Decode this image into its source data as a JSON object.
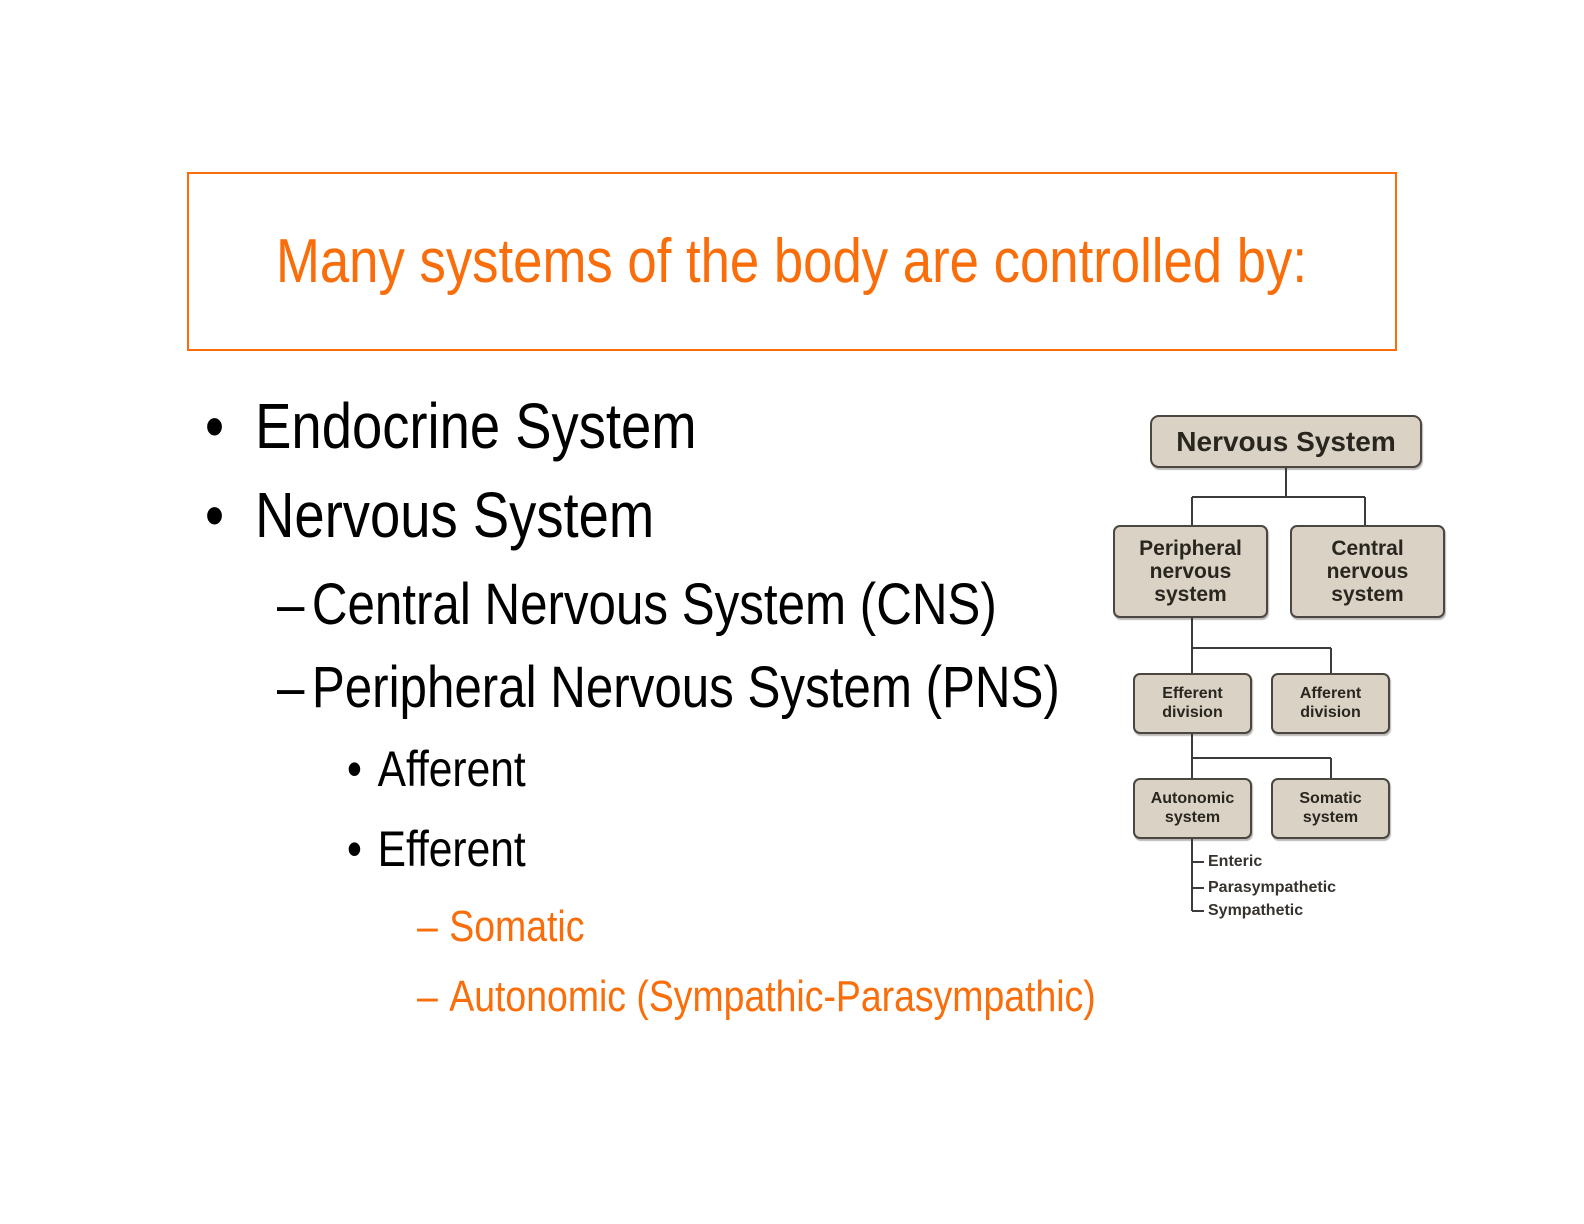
{
  "slide": {
    "title": "Many systems of the body are controlled by:",
    "accent_color": "#F96E0A",
    "background_color": "#FFFFFF",
    "text_color": "#000000"
  },
  "bullets": {
    "items": [
      {
        "level": 1,
        "marker": "•",
        "text": "Endocrine System",
        "color": "black"
      },
      {
        "level": 1,
        "marker": "•",
        "text": "Nervous System",
        "color": "black"
      },
      {
        "level": 2,
        "marker": "–",
        "text": "Central Nervous System (CNS)",
        "color": "black"
      },
      {
        "level": 2,
        "marker": "–",
        "text": "Peripheral Nervous System (PNS)",
        "color": "black"
      },
      {
        "level": 3,
        "marker": "•",
        "text": "Afferent",
        "color": "black"
      },
      {
        "level": 3,
        "marker": "•",
        "text": "Efferent",
        "color": "black"
      },
      {
        "level": 4,
        "marker": "–",
        "text": "Somatic",
        "color": "orange"
      },
      {
        "level": 4,
        "marker": "–",
        "text": "Autonomic (Sympathic-Parasympathic)",
        "color": "orange"
      }
    ]
  },
  "diagram": {
    "type": "tree",
    "box_fill": "#DAD3C5",
    "box_border": "#4B463F",
    "line_color": "#3B3B3B",
    "boxes": {
      "root": "Nervous System",
      "peripheral": "Peripheral nervous system",
      "central": "Central nervous system",
      "efferent": "Efferent division",
      "afferent": "Afferent division",
      "autonomic": "Autonomic system",
      "somatic": "Somatic system"
    },
    "leaves": [
      "Enteric",
      "Parasympathetic",
      "Sympathetic"
    ],
    "hierarchy": {
      "Nervous System": {
        "Peripheral nervous system": {
          "Efferent division": {
            "Autonomic system": [
              "Enteric",
              "Parasympathetic",
              "Sympathetic"
            ],
            "Somatic system": []
          },
          "Afferent division": {}
        },
        "Central nervous system": {}
      }
    }
  }
}
